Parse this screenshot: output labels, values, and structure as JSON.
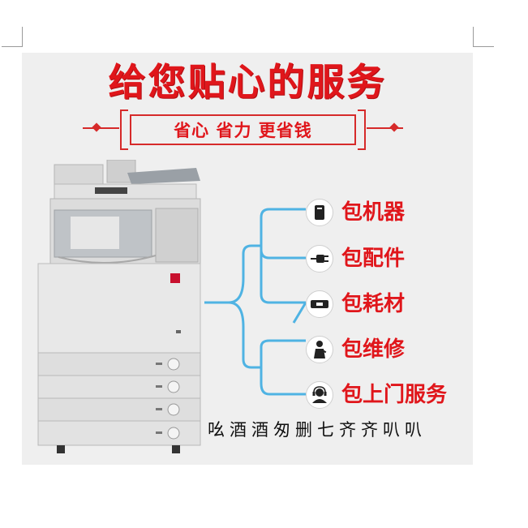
{
  "headline": "给您贴心的服务",
  "tagline": "省心 省力 更省钱",
  "colors": {
    "accent": "#e0161b",
    "connector": "#4fb3e3",
    "panel": "#efefef"
  },
  "services": [
    {
      "label": "包机器",
      "icon": "machine-icon"
    },
    {
      "label": "包配件",
      "icon": "plug-icon"
    },
    {
      "label": "包耗材",
      "icon": "toner-icon"
    },
    {
      "label": "包维修",
      "icon": "repair-person-icon"
    },
    {
      "label": "包上门服务",
      "icon": "headset-agent-icon"
    }
  ],
  "bottom_text": "吆酒酒匆删七齐齐叭叭"
}
